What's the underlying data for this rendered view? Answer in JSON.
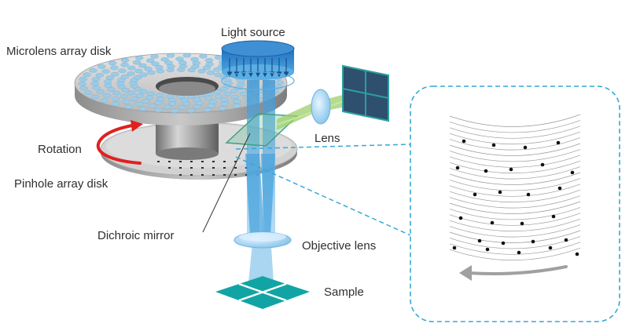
{
  "labels": {
    "light_source": "Light source",
    "microlens_disk": "Microlens array disk",
    "rotation": "Rotation",
    "pinhole_disk": "Pinhole array disk",
    "lens": "Lens",
    "dichroic_mirror": "Dichroic mirror",
    "objective_lens": "Objective lens",
    "sample": "Sample"
  },
  "colors": {
    "beam_blue": "#4aa3dc",
    "lens_blue": "#8fc9ee",
    "sample_teal": "#12a4a4",
    "dichroic_green": "#6dbfa0",
    "detector_dark": "#2f4f6e",
    "rotation_red": "#e02020",
    "callout_dash": "#33a9d6",
    "return_beam_green": "#9ccf6a"
  }
}
